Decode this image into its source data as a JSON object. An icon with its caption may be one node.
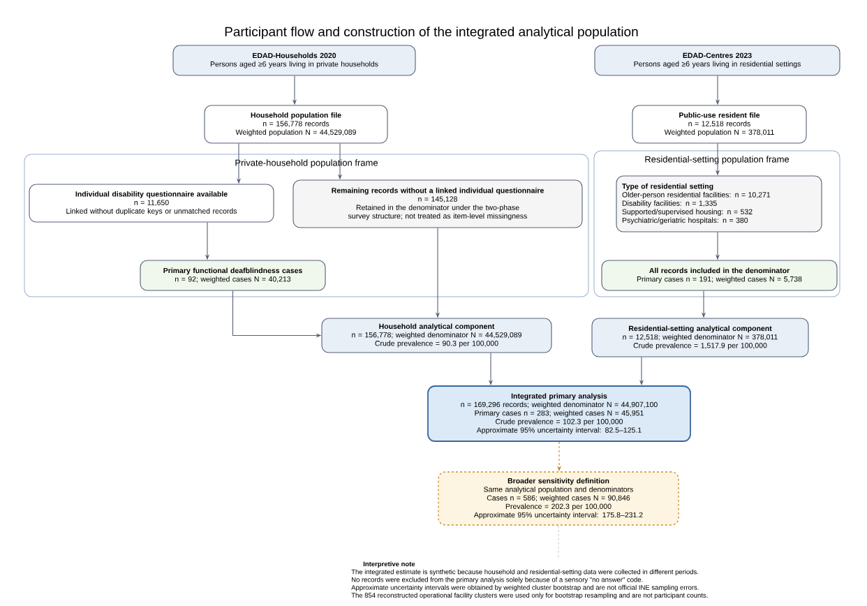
{
  "diagram": {
    "title": "Participant flow and construction of the integrated analytical population",
    "nodes": [
      {
        "text": [
          "EDAD-Households 2020",
          "Persons aged ≥6 years living in private households"
        ]
      },
      {
        "text": [
          "EDAD-Centres 2023",
          "Persons aged ≥6 years living in residential settings"
        ]
      },
      {
        "text": [
          "Household population file",
          "n = 156,778 records",
          "Weighted population N = 44,529,089"
        ]
      },
      {
        "text": [
          "Public-use resident file",
          "n = 12,518 records",
          "Weighted population N = 378,011"
        ]
      },
      {
        "text": [
          "Private-household population frame"
        ]
      },
      {
        "text": [
          "Individual disability questionnaire available",
          "n = 11,650",
          "Linked without duplicate keys or unmatched records"
        ],
        "in": 4
      },
      {
        "text": [
          "Remaining records without a linked individual questionnaire",
          "n = 145,128",
          "Retained in the denominator under the two-phase survey structure; not treated as item-level missingness"
        ],
        "in": 4
      },
      {
        "text": [
          "Primary functional deafblindness cases",
          "n = 92; weighted cases N = 40,213"
        ],
        "in": 4
      },
      {
        "text": [
          "Residential-setting population frame"
        ]
      },
      {
        "text": [
          "Type of residential setting",
          "Older-person residential facilities: n = 10,271",
          "Disability facilities: n = 1,335",
          "Supported/supervised housing: n = 532",
          "Psychiatric/geriatric hospitals: n = 380"
        ],
        "in": 8
      },
      {
        "text": [
          "All records included in the denominator",
          "Primary cases n = 191; weighted cases N = 5,738"
        ],
        "in": 8
      },
      {
        "text": [
          "Household analytical component",
          "n = 156,778; weighted denominator N = 44,529,089",
          "Crude prevalence = 90.3 per 100,000"
        ]
      },
      {
        "text": [
          "Residential-setting analytical component",
          "n = 12,518; weighted denominator N = 378,011",
          "Crude prevalence = 1,517.9 per 100,000"
        ]
      },
      {
        "text": [
          "Integrated primary analysis",
          "n = 169,296 records; weighted denominator N = 44,907,100",
          "Primary cases n = 283; weighted cases N = 45,951",
          "Crude prevalence = 102.3 per 100,000",
          "Approximate 95% uncertainty interval: 82.5–125.1"
        ]
      },
      {
        "text": [
          "Broader sensitivity definition",
          "Same analytical population and denominators",
          "Cases n = 586; weighted cases N = 90,846",
          "Prevalence = 202.3 per 100,000",
          "Approximate 95% uncertainty interval: 175.8–231.2"
        ]
      }
    ],
    "edges": [
      {
        "from": 0,
        "to": 2,
        "arrow": "to"
      },
      {
        "from": 1,
        "to": 3,
        "arrow": "to"
      },
      {
        "from": 2,
        "to": 5,
        "arrow": "to"
      },
      {
        "from": 2,
        "to": 6,
        "arrow": "to"
      },
      {
        "from": 3,
        "to": 9,
        "arrow": "to"
      },
      {
        "from": 5,
        "to": 7,
        "arrow": "to"
      },
      {
        "from": 9,
        "to": 10,
        "arrow": "to"
      },
      {
        "from": 7,
        "to": 11,
        "arrow": "to"
      },
      {
        "from": 6,
        "to": 11,
        "arrow": "to"
      },
      {
        "from": 10,
        "to": 12,
        "arrow": "to"
      },
      {
        "from": 11,
        "to": 13,
        "arrow": "to"
      },
      {
        "from": 12,
        "to": 13,
        "arrow": "to"
      },
      {
        "from": 13,
        "to": 14,
        "arrow": "to",
        "style": "dashed",
        "color": "#c8862a"
      },
      {
        "from": 14,
        "to": null,
        "arrow": "none",
        "style": "dashed",
        "color": "#c8c8c8"
      }
    ],
    "labels": [
      "Interpretive note",
      "The integrated estimate is synthetic because household and residential-setting data were collected in different periods.",
      "No records were excluded from the primary analysis solely because of a sensory \"no answer\" code.",
      "Approximate uncertainty intervals were obtained by weighted cluster bootstrap and are not official INE sampling errors.",
      "The 854 reconstructed operational facility clusters were used only for bootstrap resampling and are not participant counts."
    ]
  }
}
